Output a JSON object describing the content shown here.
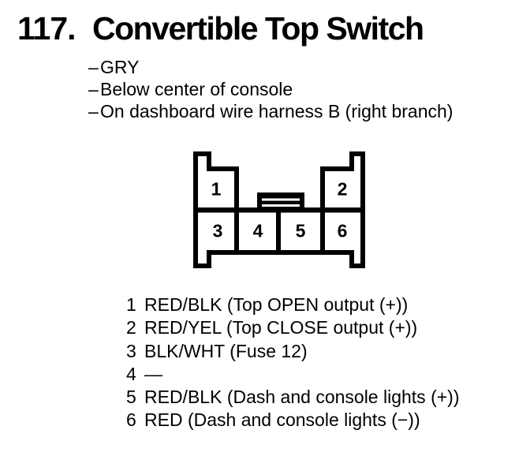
{
  "heading": {
    "index": "117.",
    "title": "Convertible Top Switch"
  },
  "notes": {
    "dash": "–",
    "items": [
      "GRY",
      "Below center of console",
      "On dashboard wire harness B (right branch)"
    ]
  },
  "connector": {
    "description": "6-pin connector pinout, front view",
    "pins": [
      "1",
      "2",
      "3",
      "4",
      "5",
      "6"
    ]
  },
  "pin_table": {
    "rows": [
      {
        "pin": "1",
        "desc": "RED/BLK (Top OPEN output (+))"
      },
      {
        "pin": "2",
        "desc": "RED/YEL (Top CLOSE output (+))"
      },
      {
        "pin": "3",
        "desc": "BLK/WHT (Fuse 12)"
      },
      {
        "pin": "4",
        "desc": "—"
      },
      {
        "pin": "5",
        "desc": "RED/BLK (Dash and console lights (+))"
      },
      {
        "pin": "6",
        "desc": "RED (Dash and console lights (−))"
      }
    ]
  },
  "colors": {
    "ink": "#000000",
    "paper": "#ffffff"
  }
}
